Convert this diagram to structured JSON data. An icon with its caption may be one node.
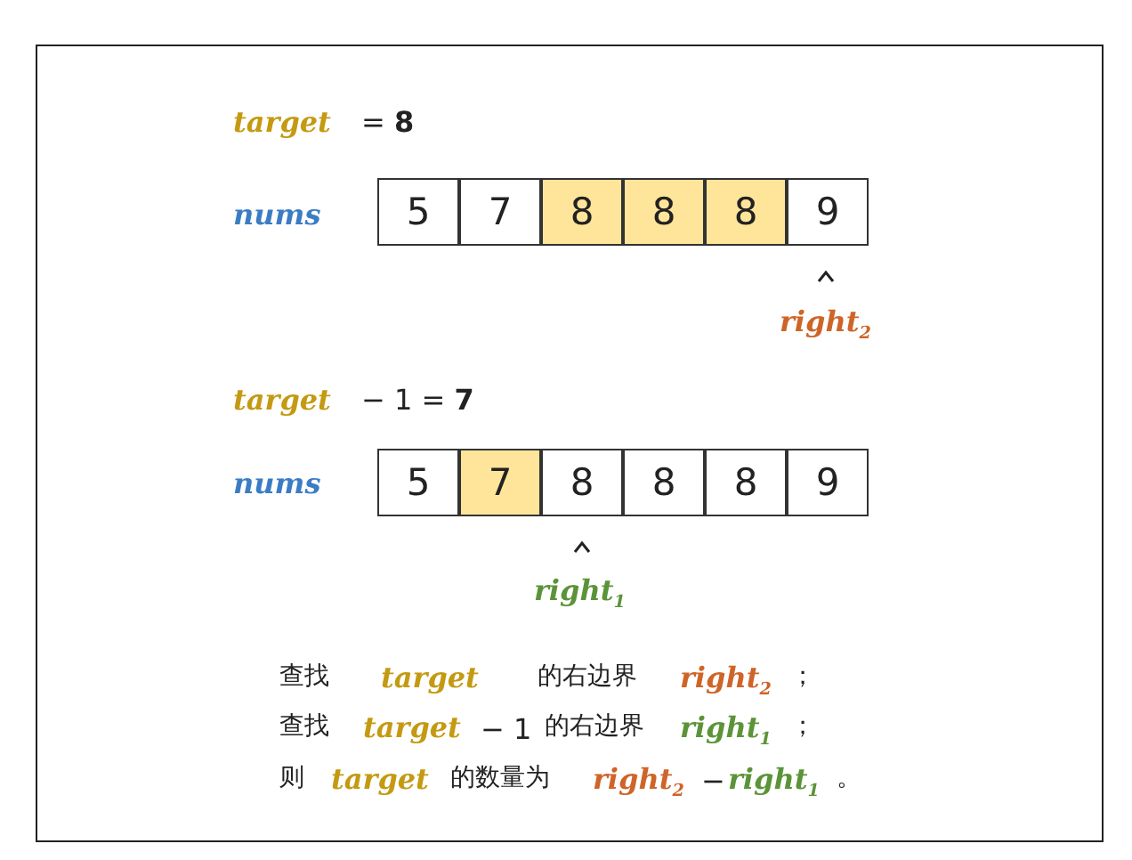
{
  "diagram": {
    "nodes": [
      {
        "text": [
          "5"
        ]
      },
      {
        "text": [
          "7"
        ]
      },
      {
        "text": [
          "8"
        ]
      },
      {
        "text": [
          "8"
        ]
      },
      {
        "text": [
          "8"
        ]
      },
      {
        "text": [
          "9"
        ]
      },
      {
        "text": [
          "5"
        ]
      },
      {
        "text": [
          "7"
        ]
      },
      {
        "text": [
          "8"
        ]
      },
      {
        "text": [
          "8"
        ]
      },
      {
        "text": [
          "8"
        ]
      },
      {
        "text": [
          "9"
        ]
      }
    ],
    "edges": [],
    "labels": [
      "target",
      "= **8**",
      "nums",
      "right$_{2}$",
      "target",
      "− 1 = **7**",
      "nums",
      "right$_{1}$",
      "查找",
      "target",
      "的右边界",
      "right$_{2}$",
      "；",
      "查找",
      "target",
      "− 1",
      "的右边界",
      "right$_{1}$",
      "；",
      "则",
      "target",
      "的数量为",
      "right$_{2}$",
      "−",
      "right$_{1}$",
      "。"
    ]
  }
}
